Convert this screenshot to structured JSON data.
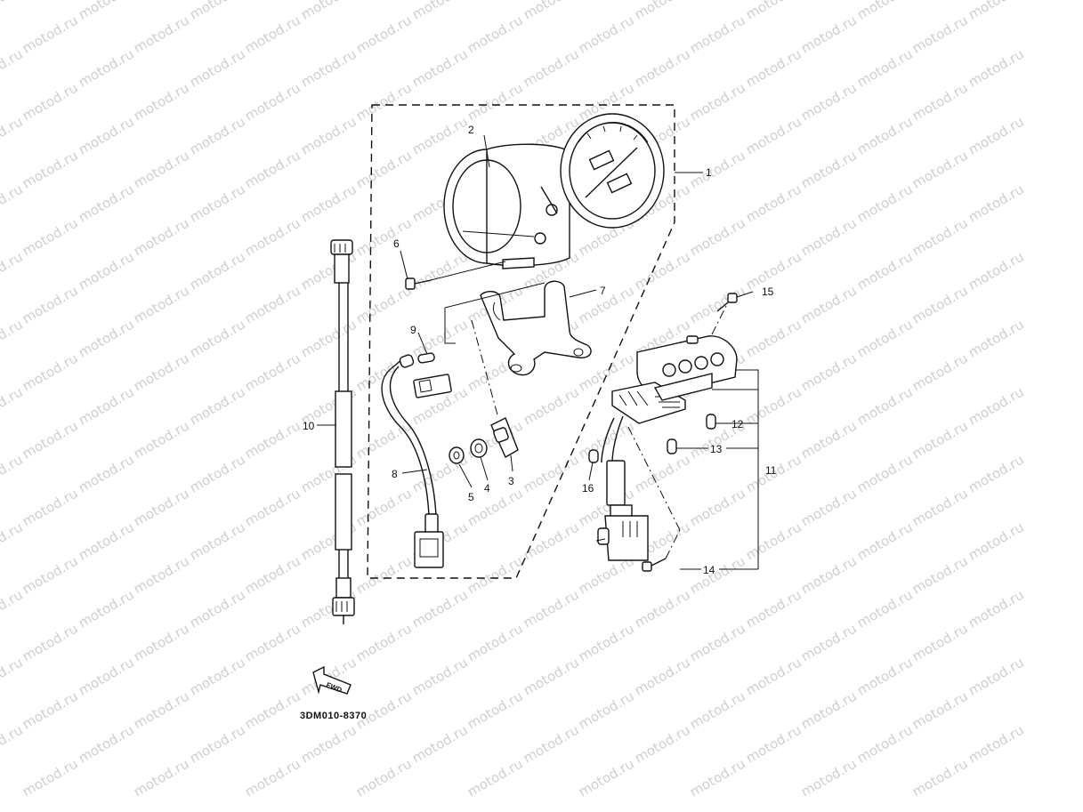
{
  "watermark": {
    "text": "motod.ru",
    "color": "#cfcfcf"
  },
  "diagram_code": "3DM010-8370",
  "fwd_label": "FWD",
  "callouts": [
    "1",
    "2",
    "3",
    "4",
    "5",
    "6",
    "7",
    "8",
    "9",
    "10",
    "11",
    "12",
    "13",
    "14",
    "15",
    "16"
  ],
  "parts": [
    {
      "id": "1",
      "icon": "meter-assembly"
    },
    {
      "id": "2",
      "icon": "meter-case"
    },
    {
      "id": "3",
      "icon": "bulb-socket"
    },
    {
      "id": "4",
      "icon": "washer"
    },
    {
      "id": "5",
      "icon": "nut"
    },
    {
      "id": "6",
      "icon": "bolt"
    },
    {
      "id": "7",
      "icon": "bracket"
    },
    {
      "id": "8",
      "icon": "lead-wire"
    },
    {
      "id": "9",
      "icon": "bulb"
    },
    {
      "id": "10",
      "icon": "meter-cable"
    },
    {
      "id": "11",
      "icon": "indicator-assembly"
    },
    {
      "id": "12",
      "icon": "bulb"
    },
    {
      "id": "13",
      "icon": "bulb"
    },
    {
      "id": "14",
      "icon": "screw"
    },
    {
      "id": "15",
      "icon": "screw"
    },
    {
      "id": "16",
      "icon": "bulb"
    }
  ]
}
